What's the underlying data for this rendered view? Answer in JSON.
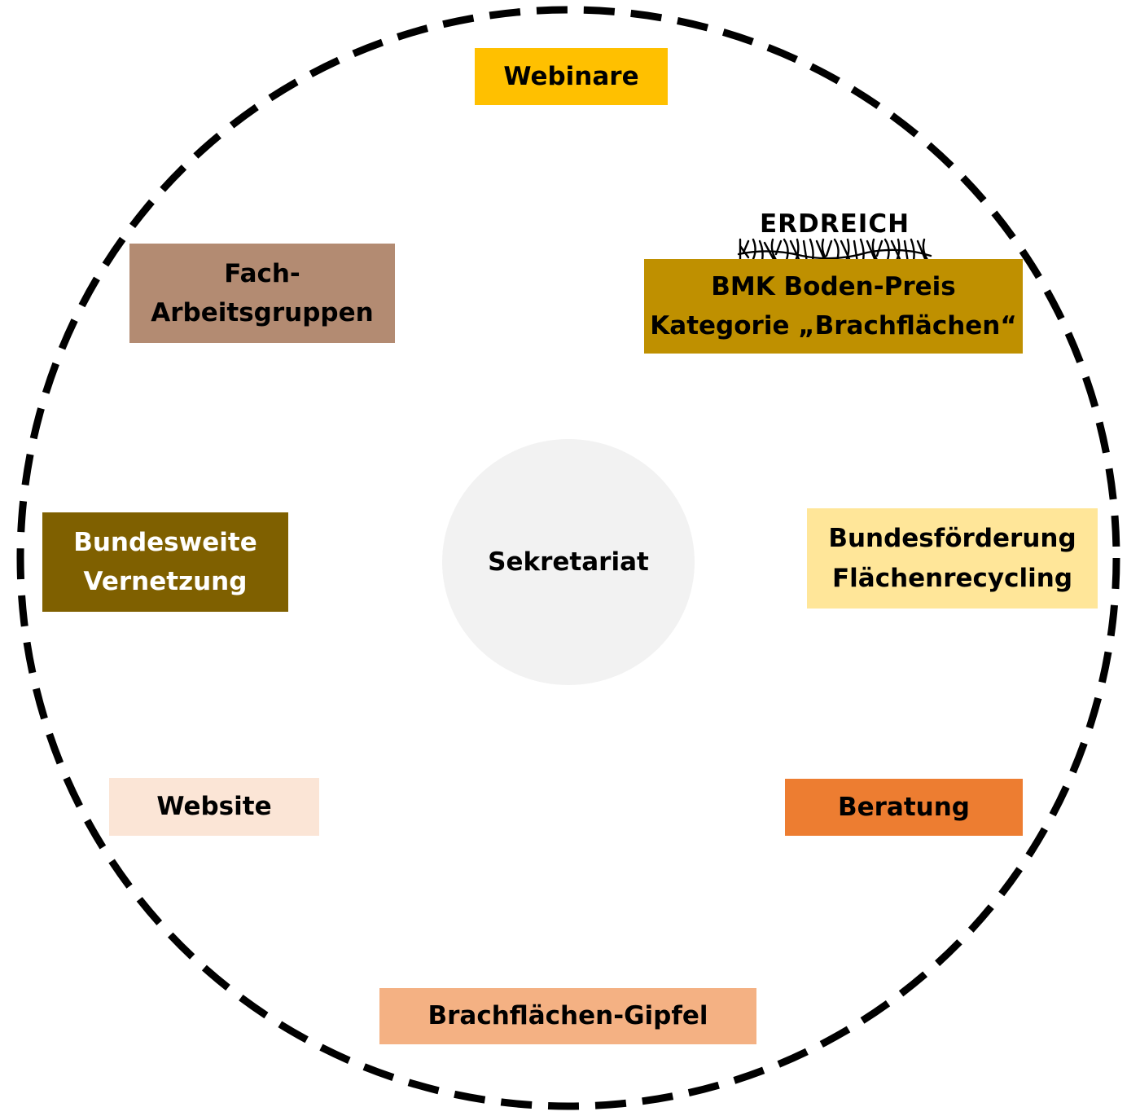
{
  "hub": {
    "label": "Sekretariat",
    "color": "#f2f2f2"
  },
  "ring": {
    "color": "#000000"
  },
  "logo": {
    "text": "ERDREICH"
  },
  "items": {
    "webinare": {
      "lines": [
        "Webinare"
      ],
      "bg": "#ffc000",
      "fg": "#000000"
    },
    "boden_preis": {
      "lines": [
        "BMK Boden-Preis",
        "Kategorie „Brachflächen“"
      ],
      "bg": "#bf9000",
      "fg": "#000000"
    },
    "fach_ag": {
      "lines": [
        "Fach-",
        "Arbeitsgruppen"
      ],
      "bg": "#b38b72",
      "fg": "#000000"
    },
    "vernetzung": {
      "lines": [
        "Bundesweite",
        "Vernetzung"
      ],
      "bg": "#7f6000",
      "fg": "#ffffff"
    },
    "foerderung": {
      "lines": [
        "Bundesförderung",
        "Flächenrecycling"
      ],
      "bg": "#ffe699",
      "fg": "#000000"
    },
    "website": {
      "lines": [
        "Website"
      ],
      "bg": "#fbe5d6",
      "fg": "#000000"
    },
    "beratung": {
      "lines": [
        "Beratung"
      ],
      "bg": "#ed7d31",
      "fg": "#000000"
    },
    "gipfel": {
      "lines": [
        "Brachflächen-Gipfel"
      ],
      "bg": "#f4b183",
      "fg": "#000000"
    }
  }
}
